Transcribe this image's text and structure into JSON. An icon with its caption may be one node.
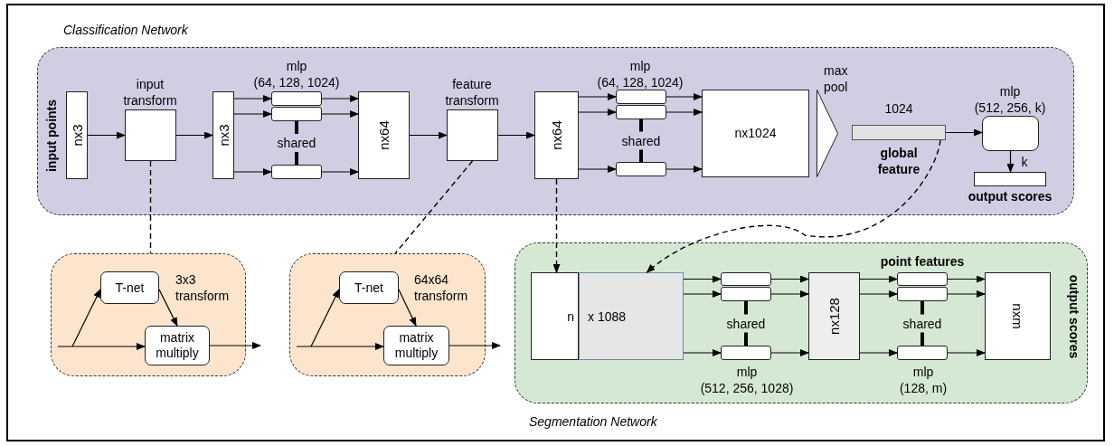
{
  "diagram": {
    "nodes": [
      {
        "text": [
          "Classification Network"
        ]
      },
      {
        "text": [
          "nx3"
        ],
        "in": 0,
        "beside": [
          "input points"
        ]
      },
      {
        "text": [
          "input transform"
        ],
        "in": 0
      },
      {
        "text": [
          "nx3"
        ],
        "in": 0
      },
      {
        "text": [],
        "shape": "box",
        "in": 0
      },
      {
        "text": [],
        "shape": "box",
        "in": 0
      },
      {
        "text": [],
        "shape": "box",
        "in": 0
      },
      {
        "text": [
          "nx64"
        ],
        "in": 0
      },
      {
        "text": [
          "feature transform"
        ],
        "in": 0
      },
      {
        "text": [
          "nx64"
        ],
        "in": 0
      },
      {
        "text": [],
        "shape": "box",
        "in": 0
      },
      {
        "text": [],
        "shape": "box",
        "in": 0
      },
      {
        "text": [],
        "shape": "box",
        "in": 0
      },
      {
        "text": [
          "nx1024"
        ],
        "in": 0
      },
      {
        "text": [],
        "shape": "triangle",
        "in": 0,
        "beside": [
          "max pool"
        ]
      },
      {
        "text": [],
        "shape": "bar",
        "in": 0,
        "beside": [
          "1024",
          "global feature"
        ]
      },
      {
        "text": [
          "mlp (512, 256, k)"
        ],
        "in": 0
      },
      {
        "text": [],
        "shape": "bar",
        "in": 0,
        "beside": [
          "output scores"
        ]
      },
      {
        "text": [
          "Segmentation Network"
        ]
      },
      {
        "text": [
          "n"
        ],
        "in": 18
      },
      {
        "text": [
          "x 1088"
        ],
        "in": 18
      },
      {
        "text": [],
        "shape": "box",
        "in": 18
      },
      {
        "text": [],
        "shape": "box",
        "in": 18
      },
      {
        "text": [],
        "shape": "box",
        "in": 18
      },
      {
        "text": [
          "nx128"
        ],
        "in": 18
      },
      {
        "text": [],
        "shape": "box",
        "in": 18
      },
      {
        "text": [],
        "shape": "box",
        "in": 18
      },
      {
        "text": [],
        "shape": "box",
        "in": 18
      },
      {
        "text": [
          "nxm"
        ],
        "in": 18,
        "beside": [
          "output scores"
        ]
      },
      {
        "text": [
          "3x3 transform"
        ]
      },
      {
        "text": [
          "T-net"
        ],
        "in": 29
      },
      {
        "text": [
          "matrix multiply"
        ],
        "in": 29
      },
      {
        "text": [
          "64x64 transform"
        ]
      },
      {
        "text": [
          "T-net"
        ],
        "in": 32
      },
      {
        "text": [
          "matrix multiply"
        ],
        "in": 32
      }
    ],
    "edges": [
      {
        "from": 1,
        "to": 2,
        "arrow": "to"
      },
      {
        "from": 2,
        "to": 3,
        "arrow": "to"
      },
      {
        "from": 3,
        "to": 4,
        "arrow": "to"
      },
      {
        "from": 3,
        "to": 5,
        "arrow": "to"
      },
      {
        "from": 3,
        "to": 6,
        "arrow": "to"
      },
      {
        "from": 4,
        "to": 7,
        "arrow": "to"
      },
      {
        "from": 5,
        "to": 7,
        "arrow": "to"
      },
      {
        "from": 6,
        "to": 7,
        "arrow": "to"
      },
      {
        "from": 5,
        "to": 6,
        "arrow": "none",
        "style": "thick",
        "label": "shared"
      },
      {
        "from": 7,
        "to": 8,
        "arrow": "to"
      },
      {
        "from": 8,
        "to": 9,
        "arrow": "to"
      },
      {
        "from": 9,
        "to": 10,
        "arrow": "to"
      },
      {
        "from": 9,
        "to": 11,
        "arrow": "to"
      },
      {
        "from": 9,
        "to": 12,
        "arrow": "to"
      },
      {
        "from": 10,
        "to": 13,
        "arrow": "to"
      },
      {
        "from": 11,
        "to": 13,
        "arrow": "to"
      },
      {
        "from": 12,
        "to": 13,
        "arrow": "to"
      },
      {
        "from": 11,
        "to": 12,
        "arrow": "none",
        "style": "thick",
        "label": "shared"
      },
      {
        "from": 15,
        "to": 16,
        "arrow": "to"
      },
      {
        "from": 16,
        "to": 17,
        "arrow": "to",
        "label": "k"
      },
      {
        "from": 2,
        "to": 29,
        "arrow": "none",
        "style": "dashed"
      },
      {
        "from": 8,
        "to": 32,
        "arrow": "none",
        "style": "dashed"
      },
      {
        "from": 9,
        "to": 19,
        "arrow": "to",
        "style": "dashed"
      },
      {
        "from": 15,
        "to": 20,
        "arrow": "to",
        "style": "dashed"
      },
      {
        "from": 20,
        "to": 21,
        "arrow": "to"
      },
      {
        "from": 20,
        "to": 22,
        "arrow": "to"
      },
      {
        "from": 20,
        "to": 23,
        "arrow": "to"
      },
      {
        "from": 21,
        "to": 24,
        "arrow": "to"
      },
      {
        "from": 22,
        "to": 24,
        "arrow": "to"
      },
      {
        "from": 23,
        "to": 24,
        "arrow": "to"
      },
      {
        "from": 22,
        "to": 23,
        "arrow": "none",
        "style": "thick",
        "label": "shared"
      },
      {
        "from": 24,
        "to": 25,
        "arrow": "to"
      },
      {
        "from": 24,
        "to": 26,
        "arrow": "to"
      },
      {
        "from": 24,
        "to": 27,
        "arrow": "to"
      },
      {
        "from": 25,
        "to": 28,
        "arrow": "to"
      },
      {
        "from": 26,
        "to": 28,
        "arrow": "to"
      },
      {
        "from": 27,
        "to": 28,
        "arrow": "to"
      },
      {
        "from": 26,
        "to": 27,
        "arrow": "none",
        "style": "thick",
        "label": "shared"
      },
      {
        "from": null,
        "to": 31,
        "arrow": "to"
      },
      {
        "from": null,
        "to": 30,
        "arrow": "to"
      },
      {
        "from": 30,
        "to": 31,
        "arrow": "to"
      },
      {
        "from": 31,
        "to": null,
        "arrow": "to"
      },
      {
        "from": null,
        "to": 34,
        "arrow": "to"
      },
      {
        "from": null,
        "to": 33,
        "arrow": "to"
      },
      {
        "from": 33,
        "to": 34,
        "arrow": "to"
      },
      {
        "from": 34,
        "to": null,
        "arrow": "to"
      }
    ],
    "labels": [
      "mlp (64, 128, 1024)",
      "mlp (64, 128, 1024)",
      "point features",
      "mlp (512, 256, 1028)",
      "mlp (128, m)"
    ]
  }
}
